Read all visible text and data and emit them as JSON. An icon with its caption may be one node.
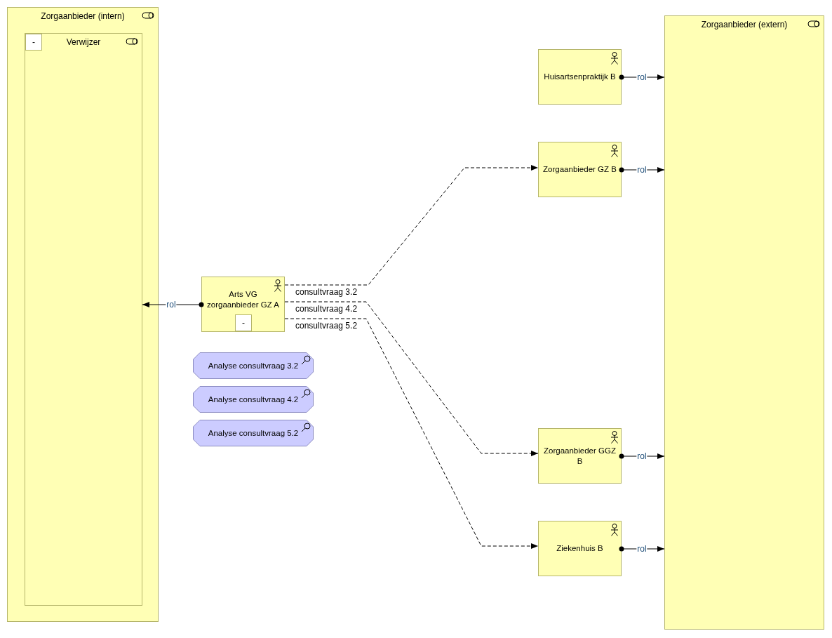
{
  "diagram": {
    "nodes": [
      {
        "text": [
          "Zorgaanbieder (intern)"
        ]
      },
      {
        "text": [
          "-",
          "Verwijzer"
        ],
        "in": 0
      },
      {
        "text": [
          "Arts VG zorgaanbieder GZ A",
          "-"
        ]
      },
      {
        "text": [
          "Analyse consultvraag 3.2"
        ]
      },
      {
        "text": [
          "Analyse consultvraag 4.2"
        ]
      },
      {
        "text": [
          "Analyse consultvraag 5.2"
        ]
      },
      {
        "text": [
          "Zorgaanbieder (extern)"
        ]
      },
      {
        "text": [
          "Huisartsenpraktijk B"
        ]
      },
      {
        "text": [
          "Zorgaanbieder GZ B"
        ]
      },
      {
        "text": [
          "Zorgaanbieder GGZ B"
        ]
      },
      {
        "text": [
          "Ziekenhuis B"
        ]
      }
    ],
    "edges": [
      {
        "from": 2,
        "to": 1,
        "arrow": "to",
        "label": "rol"
      },
      {
        "from": 2,
        "to": 8,
        "arrow": "to",
        "label": "consultvraag 3.2",
        "style": "dashed"
      },
      {
        "from": 2,
        "to": 9,
        "arrow": "to",
        "label": "consultvraag 4.2",
        "style": "dashed"
      },
      {
        "from": 2,
        "to": 10,
        "arrow": "to",
        "label": "consultvraag 5.2",
        "style": "dashed"
      },
      {
        "from": 7,
        "to": 6,
        "arrow": "to",
        "label": "rol"
      },
      {
        "from": 8,
        "to": 6,
        "arrow": "to",
        "label": "rol"
      },
      {
        "from": 9,
        "to": 6,
        "arrow": "to",
        "label": "rol"
      },
      {
        "from": 10,
        "to": 6,
        "arrow": "to",
        "label": "rol"
      }
    ]
  }
}
